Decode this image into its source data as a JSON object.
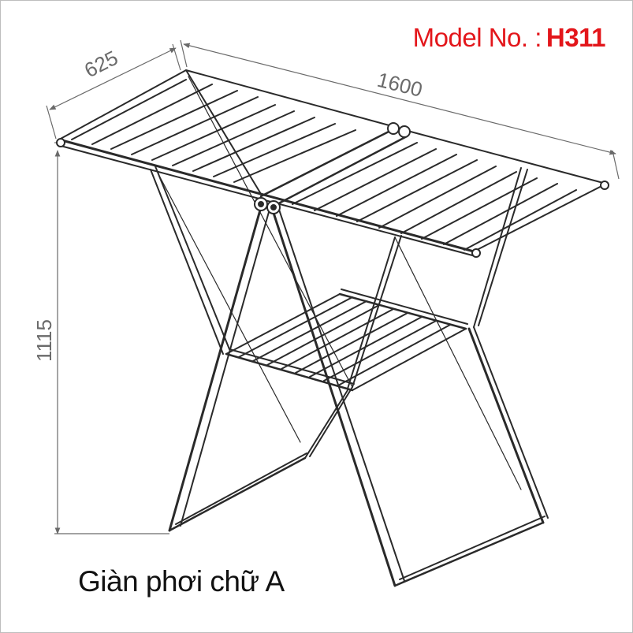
{
  "model": {
    "label": "Model No. :",
    "number": "H311"
  },
  "caption": "Giàn phơi chữ A",
  "dimensions": {
    "depth": "625",
    "length": "1600",
    "height": "1115"
  },
  "colors": {
    "model_text": "#e3161b",
    "line": "#2a2a2a",
    "dimension": "#6a6a6a"
  }
}
